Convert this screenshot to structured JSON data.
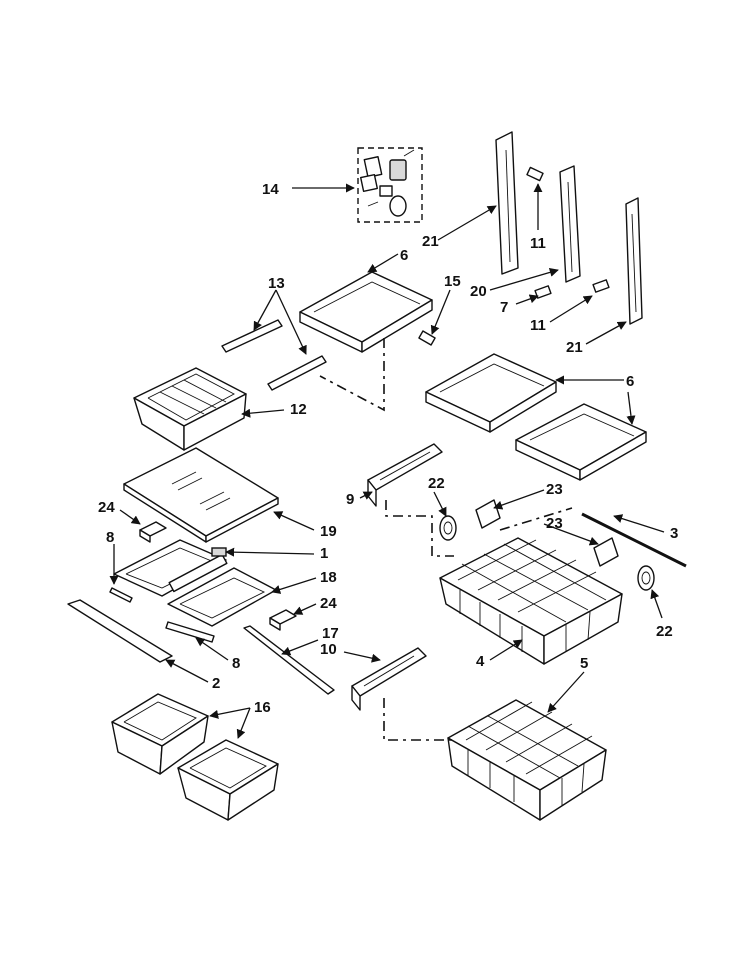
{
  "callouts": {
    "c1": "1",
    "c2": "2",
    "c3": "3",
    "c4": "4",
    "c5": "5",
    "c6a": "6",
    "c6b": "6",
    "c7": "7",
    "c8a": "8",
    "c8b": "8",
    "c9": "9",
    "c10": "10",
    "c11a": "11",
    "c11b": "11",
    "c12": "12",
    "c13": "13",
    "c14": "14",
    "c15": "15",
    "c16": "16",
    "c17": "17",
    "c18": "18",
    "c19": "19",
    "c20": "20",
    "c21a": "21",
    "c21b": "21",
    "c22a": "22",
    "c22b": "22",
    "c23a": "23",
    "c23b": "23",
    "c24a": "24",
    "c24b": "24"
  },
  "colors": {
    "line": "#111111",
    "background": "#ffffff"
  }
}
